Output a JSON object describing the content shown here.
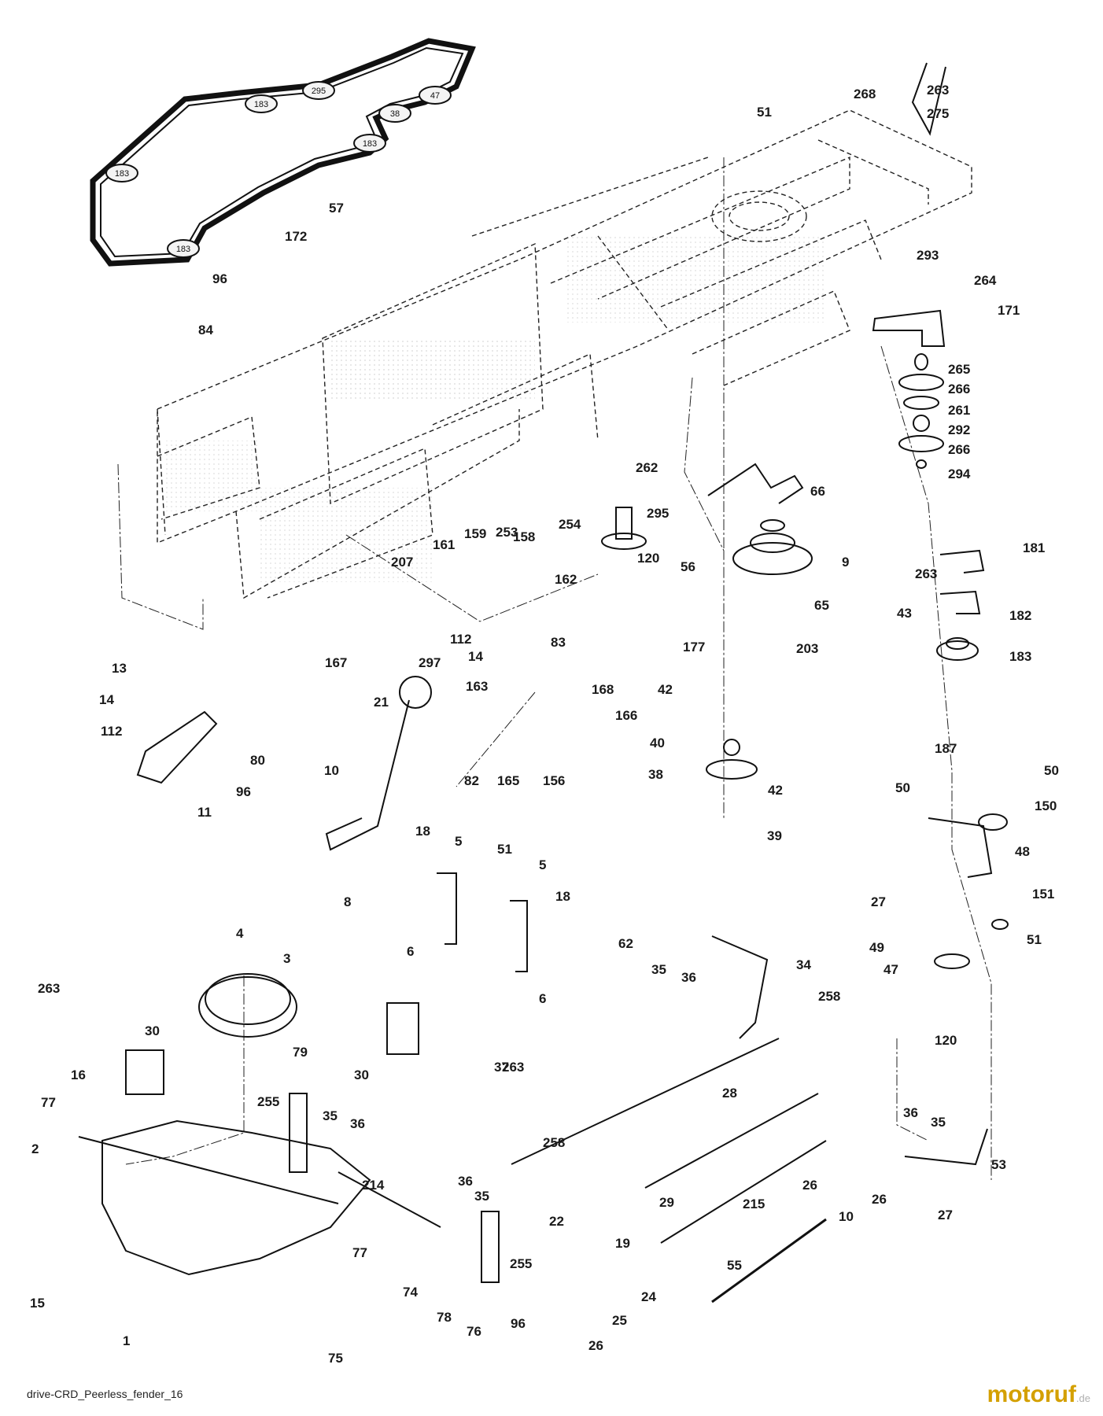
{
  "belt_labels": [
    "295",
    "47",
    "183",
    "38",
    "183",
    "183",
    "183"
  ],
  "part_labels": [
    "268",
    "263",
    "275",
    "51",
    "57",
    "96",
    "172",
    "293",
    "264",
    "171",
    "84",
    "265",
    "266",
    "261",
    "292",
    "266",
    "294",
    "262",
    "66",
    "295",
    "253",
    "254",
    "56",
    "120",
    "9",
    "161",
    "159",
    "158",
    "263",
    "181",
    "207",
    "162",
    "65",
    "43",
    "182",
    "112",
    "14",
    "203",
    "183",
    "83",
    "167",
    "297",
    "163",
    "177",
    "13",
    "14",
    "168",
    "166",
    "42",
    "112",
    "80",
    "21",
    "40",
    "187",
    "10",
    "96",
    "82",
    "165",
    "156",
    "38",
    "42",
    "11",
    "50",
    "50",
    "150",
    "39",
    "18",
    "51",
    "5",
    "5",
    "48",
    "18",
    "8",
    "27",
    "151",
    "62",
    "6",
    "4",
    "49",
    "51",
    "35",
    "36",
    "3",
    "6",
    "34",
    "47",
    "263",
    "30",
    "37",
    "258",
    "120",
    "79",
    "16",
    "30",
    "263",
    "77",
    "255",
    "28",
    "36",
    "35",
    "2",
    "35",
    "36",
    "258",
    "53",
    "26",
    "214",
    "36",
    "35",
    "29",
    "26",
    "10",
    "27",
    "215",
    "22",
    "15",
    "19",
    "77",
    "255",
    "24",
    "74",
    "55",
    "78",
    "25",
    "76",
    "96",
    "26",
    "1",
    "75"
  ],
  "caption": "drive-CRD_Peerless_fender_16",
  "brand": {
    "main": "motoruf",
    "suffix": ".de"
  }
}
